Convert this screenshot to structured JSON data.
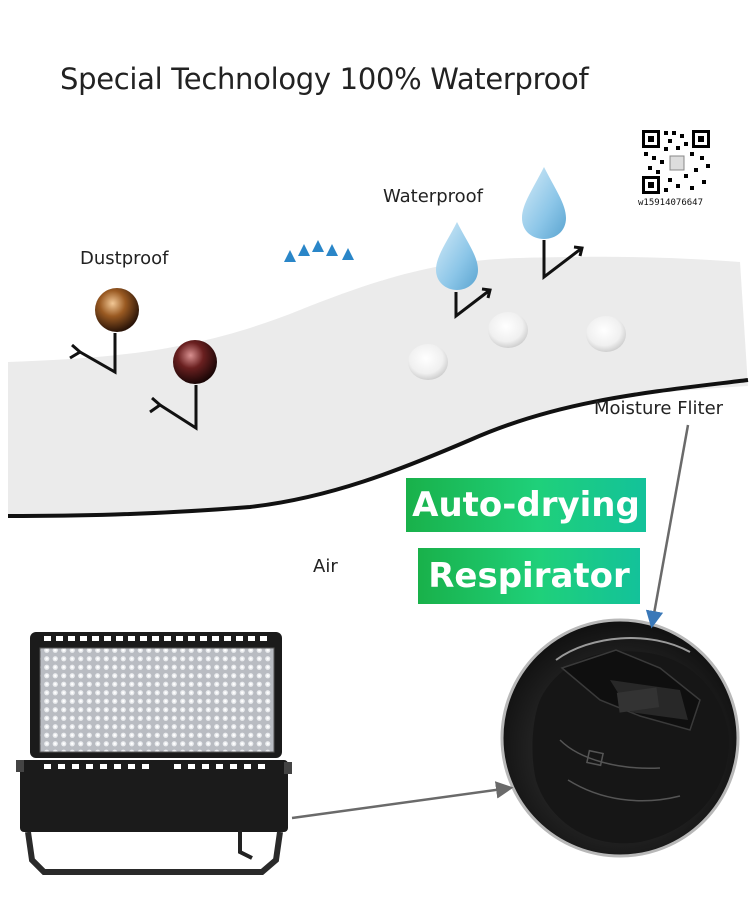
{
  "title": "Special Technology 100% Waterproof",
  "labels": {
    "dustproof": "Dustproof",
    "waterproof": "Waterproof",
    "air": "Air",
    "moisture_filter": "Moisture Fliter"
  },
  "badges": {
    "auto_drying": "Auto-drying",
    "respirator": "Respirator"
  },
  "qr_caption": "w15914076647",
  "colors": {
    "membrane": "#ebebeb",
    "air_arrows": "#2a86c8",
    "badge_green": "#1cbf62",
    "water_drop": "#8cc6e8",
    "fixture_body": "#1b1b1b"
  },
  "icons": [
    "qr-code-icon",
    "water-drop-icon",
    "dust-particle-icon",
    "air-flow-arrow-icon"
  ]
}
